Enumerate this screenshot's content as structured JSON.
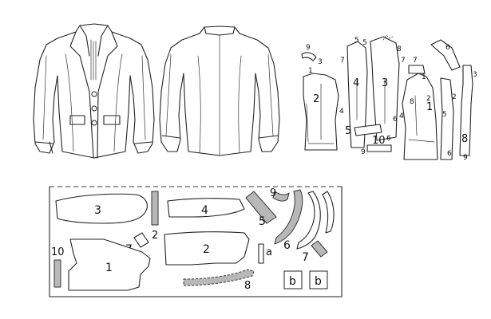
{
  "pieces_small": [
    {
      "id": "p9",
      "label": "9"
    },
    {
      "id": "p3s",
      "label": "3"
    },
    {
      "id": "p1s",
      "label": "1"
    },
    {
      "id": "p2s",
      "label": "2"
    },
    {
      "id": "p4s",
      "label": "4"
    },
    {
      "id": "p5s",
      "label": "5"
    },
    {
      "id": "p6s",
      "label": "6"
    },
    {
      "id": "p10s",
      "label": "10"
    },
    {
      "id": "p9b",
      "label": "9"
    }
  ],
  "sleeve_labels": [
    "5",
    "5",
    "7",
    "8",
    "4",
    "3",
    "7",
    "6"
  ],
  "front_labels": [
    "7",
    "6",
    "3",
    "1",
    "8",
    "2",
    "1",
    "2",
    "8",
    "9",
    "4",
    "5",
    "6"
  ],
  "layout_labels": {
    "p3": "3",
    "p4": "4",
    "p5": "5",
    "p9": "9",
    "p2g": "2",
    "p7a": "7",
    "p2": "2",
    "pa": "a",
    "p6": "6",
    "p7b": "7",
    "p10": "10",
    "p1": "1",
    "p8": "8",
    "pb1": "b",
    "pb2": "b"
  }
}
